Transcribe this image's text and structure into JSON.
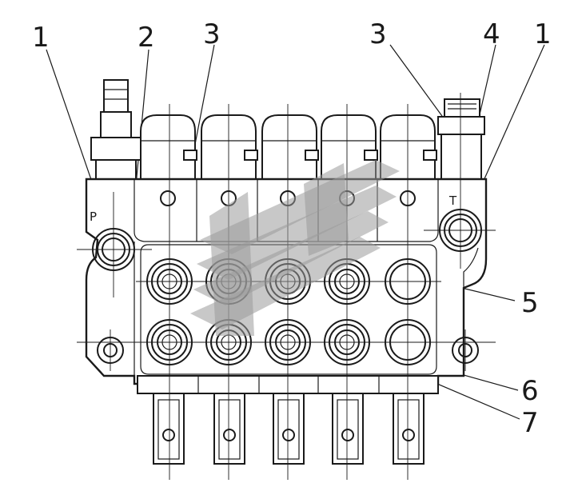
{
  "callouts": [
    {
      "id": "c1-left",
      "label": "1"
    },
    {
      "id": "c2",
      "label": "2"
    },
    {
      "id": "c3-left",
      "label": "3"
    },
    {
      "id": "c3-right",
      "label": "3"
    },
    {
      "id": "c4",
      "label": "4"
    },
    {
      "id": "c1-right",
      "label": "1"
    },
    {
      "id": "c5",
      "label": "5"
    },
    {
      "id": "c6",
      "label": "6"
    },
    {
      "id": "c7",
      "label": "7"
    }
  ],
  "ports": {
    "pressure": "P",
    "tank": "T"
  },
  "colors": {
    "line": "#1a1a1a",
    "watermark": "#9a9a9a",
    "background": "#ffffff"
  },
  "section_count": 5
}
